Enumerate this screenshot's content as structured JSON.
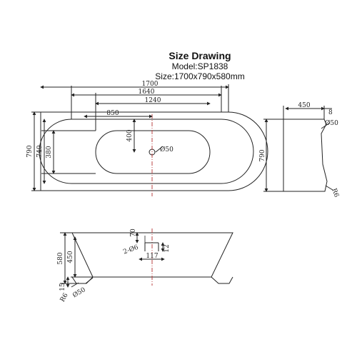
{
  "header": {
    "title": "Size Drawing",
    "model": "Model:SP1838",
    "size": "Size:1700x790x580mm"
  },
  "top_view": {
    "dims": {
      "overall_length": "1700",
      "outer_rim_length": "1640",
      "inner_length": "1240",
      "drain_offset": "850",
      "overall_width": "790",
      "rim_width": "740",
      "inner_width": "380",
      "drain_to_wall": "400",
      "drain_diameter": "Ø50"
    }
  },
  "end_view": {
    "dims": {
      "top_width": "450",
      "rim_offset": "8",
      "overflow_diameter": "Ø50",
      "height": "790",
      "corner_radius": "R6"
    }
  },
  "side_view": {
    "dims": {
      "overflow_height": "70",
      "drain_holes": "2-Ø6",
      "drain_depth": "12",
      "drain_spacing": "117",
      "overall_height": "580",
      "inner_height": "450",
      "base_height": "15",
      "base_radius": "R6",
      "foot_diameter": "Ø50"
    }
  }
}
